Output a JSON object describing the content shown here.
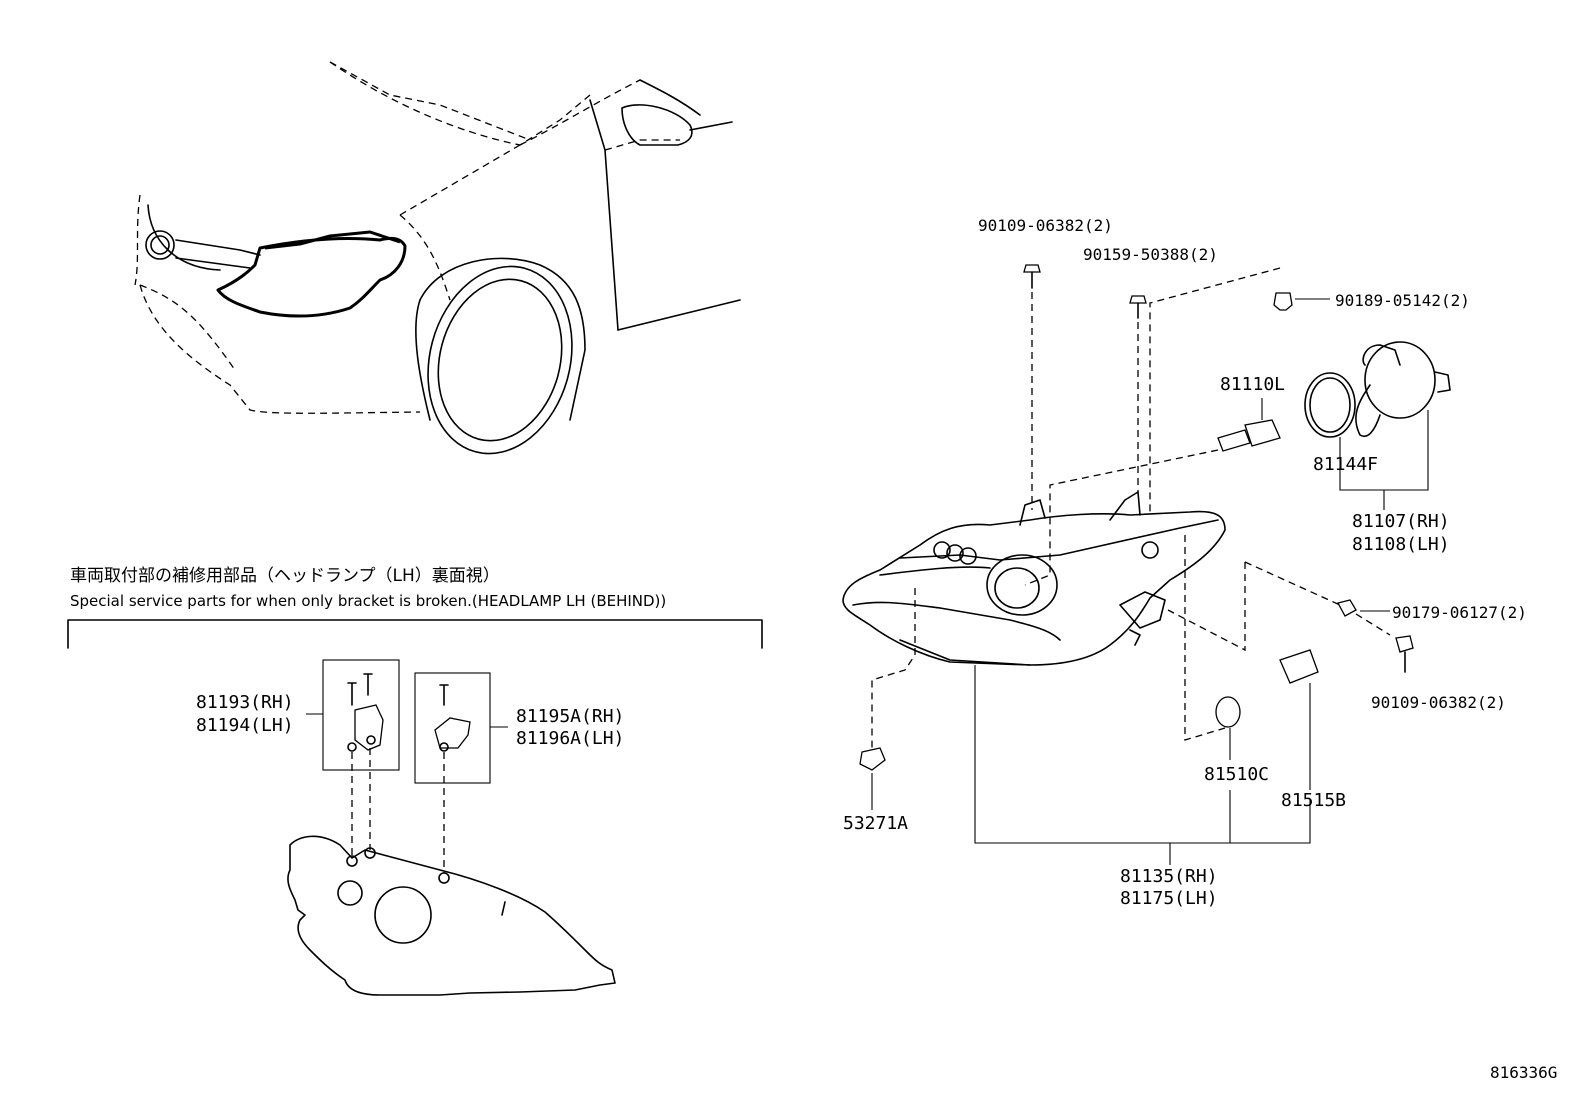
{
  "note": {
    "japanese": "車両取付部の補修用部品（ヘッドランプ（LH）裏面視）",
    "english": "Special service parts for when only bracket is broken.(HEADLAMP LH (BEHIND))"
  },
  "labels": {
    "p_81193": "81193(RH)",
    "p_81194": "81194(LH)",
    "p_81195a": "81195A(RH)",
    "p_81196a": "81196A(LH)",
    "p_90109_top": "90109-06382(2)",
    "p_90159": "90159-50388(2)",
    "p_90189": "90189-05142(2)",
    "p_81110l": "81110L",
    "p_81144f": "81144F",
    "p_81107": "81107(RH)",
    "p_81108": "81108(LH)",
    "p_90179": "90179-06127(2)",
    "p_90109_bottom": "90109-06382(2)",
    "p_53271a": "53271A",
    "p_81510c": "81510C",
    "p_81515b": "81515B",
    "p_81135": "81135(RH)",
    "p_81175": "81175(LH)"
  },
  "figure_id": "816336G"
}
